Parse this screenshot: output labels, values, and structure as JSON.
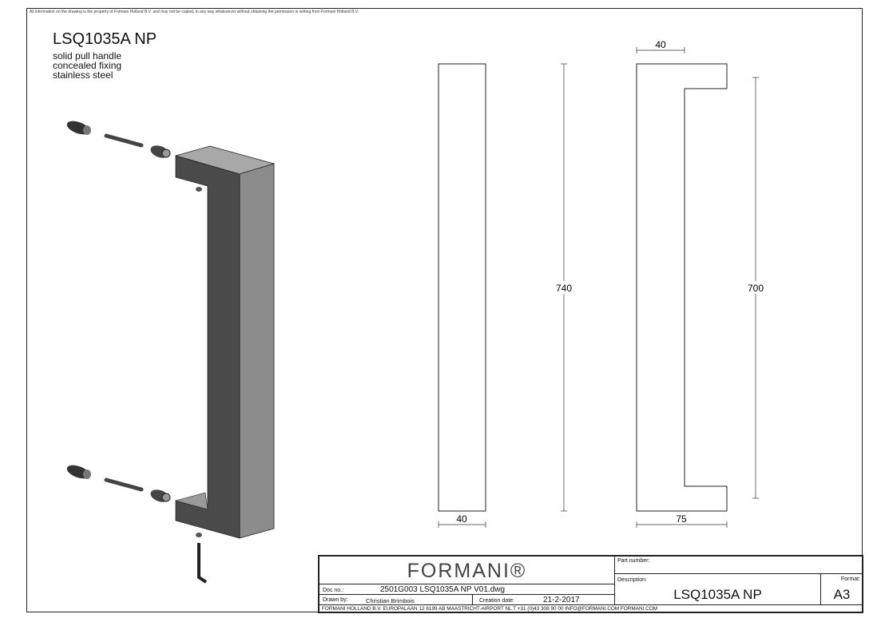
{
  "notice": "All information on the drawing is the property of Formani Holland B.V. and may not be copied, in any way whatsoever without obtaining the permission in writing from Formani Holland B.V.",
  "header": {
    "title": "LSQ1035A NP",
    "description_lines": [
      "solid pull handle",
      "concealed fixing",
      "stainless steel"
    ]
  },
  "dimensions": {
    "front_length": "740",
    "front_width": "40",
    "side_centers": "700",
    "side_depth": "75",
    "side_top_width": "40"
  },
  "title_block": {
    "logo": "FORMANI®",
    "doc_no_label": "Doc no.:",
    "doc_no": "2501G003 LSQ1035A NP V01.dwg",
    "drawn_by_label": "Drawn by:",
    "drawn_by": "Christian Brimbois",
    "creation_date_label": "Creation date:",
    "creation_date": "21-2-2017",
    "part_number_label": "Part number:",
    "description_label": "Description:",
    "description": "LSQ1035A NP",
    "format_label": "Format:",
    "format": "A3",
    "footer": "FORMANI HOLLAND B.V.  EUROPALAAN 12  6199 AB MAASTRICHT-AIRPORT NL  T +31 (0)43 308 90 00 INFO@FORMANI.COM FORMANI.COM"
  }
}
